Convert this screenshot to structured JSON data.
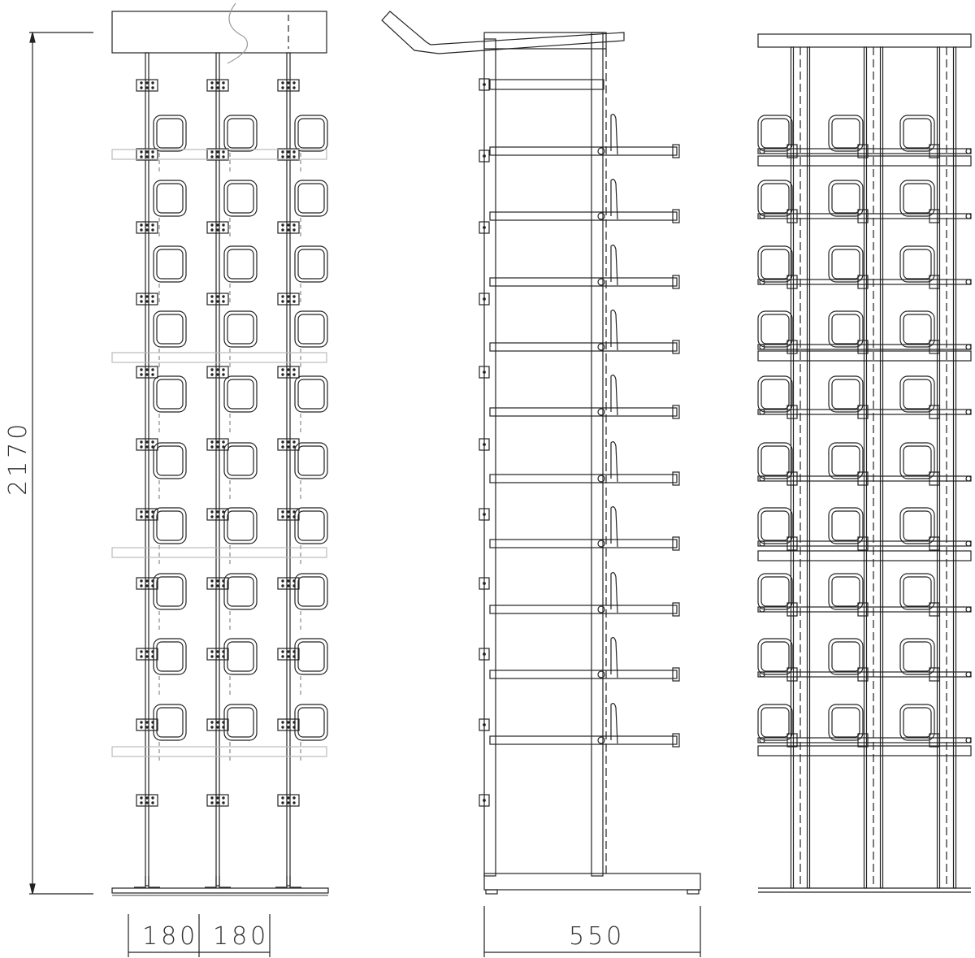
{
  "dimensions": {
    "height_label": "2170",
    "spacing_left_label": "180",
    "spacing_right_label": "180",
    "depth_label": "550"
  },
  "views": [
    "front-view",
    "side-view",
    "rear-view"
  ],
  "rack": {
    "columns": 3,
    "loop_rows": 10
  },
  "colors": {
    "line": "#222222",
    "light": "#bbbbbb"
  }
}
